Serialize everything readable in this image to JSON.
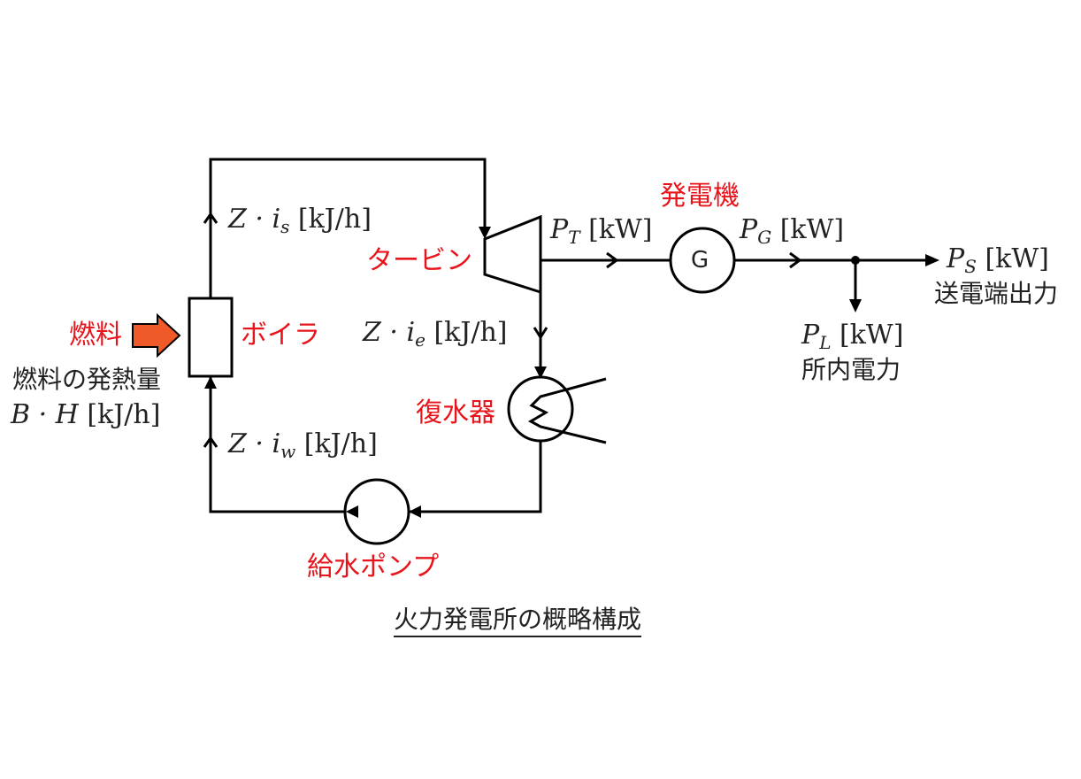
{
  "components": {
    "fuel": "燃料",
    "boiler": "ボイラ",
    "turbine": "タービン",
    "generator": "発電機",
    "generator_symbol": "G",
    "condenser": "復水器",
    "feed_pump": "給水ポンプ"
  },
  "labels": {
    "fuel_heat": "燃料の発熱量",
    "sending_end_output": "送電端出力",
    "station_power": "所内電力"
  },
  "quantities": {
    "steam_flow": {
      "symbol": "Z · i",
      "sub": "s",
      "unit": "[kJ/h]"
    },
    "exhaust_flow": {
      "symbol": "Z · i",
      "sub": "e",
      "unit": "[kJ/h]"
    },
    "water_flow": {
      "symbol": "Z · i",
      "sub": "w",
      "unit": "[kJ/h]"
    },
    "fuel_input": {
      "symbol": "B · H",
      "unit": "[kJ/h]"
    },
    "turbine_output": {
      "symbol": "P",
      "sub": "T",
      "unit": "[kW]"
    },
    "generator_output": {
      "symbol": "P",
      "sub": "G",
      "unit": "[kW]"
    },
    "sending_output": {
      "symbol": "P",
      "sub": "S",
      "unit": "[kW]"
    },
    "station_load": {
      "symbol": "P",
      "sub": "L",
      "unit": "[kW]"
    }
  },
  "caption": "火力発電所の概略構成",
  "colors": {
    "component_label": "#e8141b",
    "line": "#000000",
    "fuel_arrow": "#f05a28"
  }
}
